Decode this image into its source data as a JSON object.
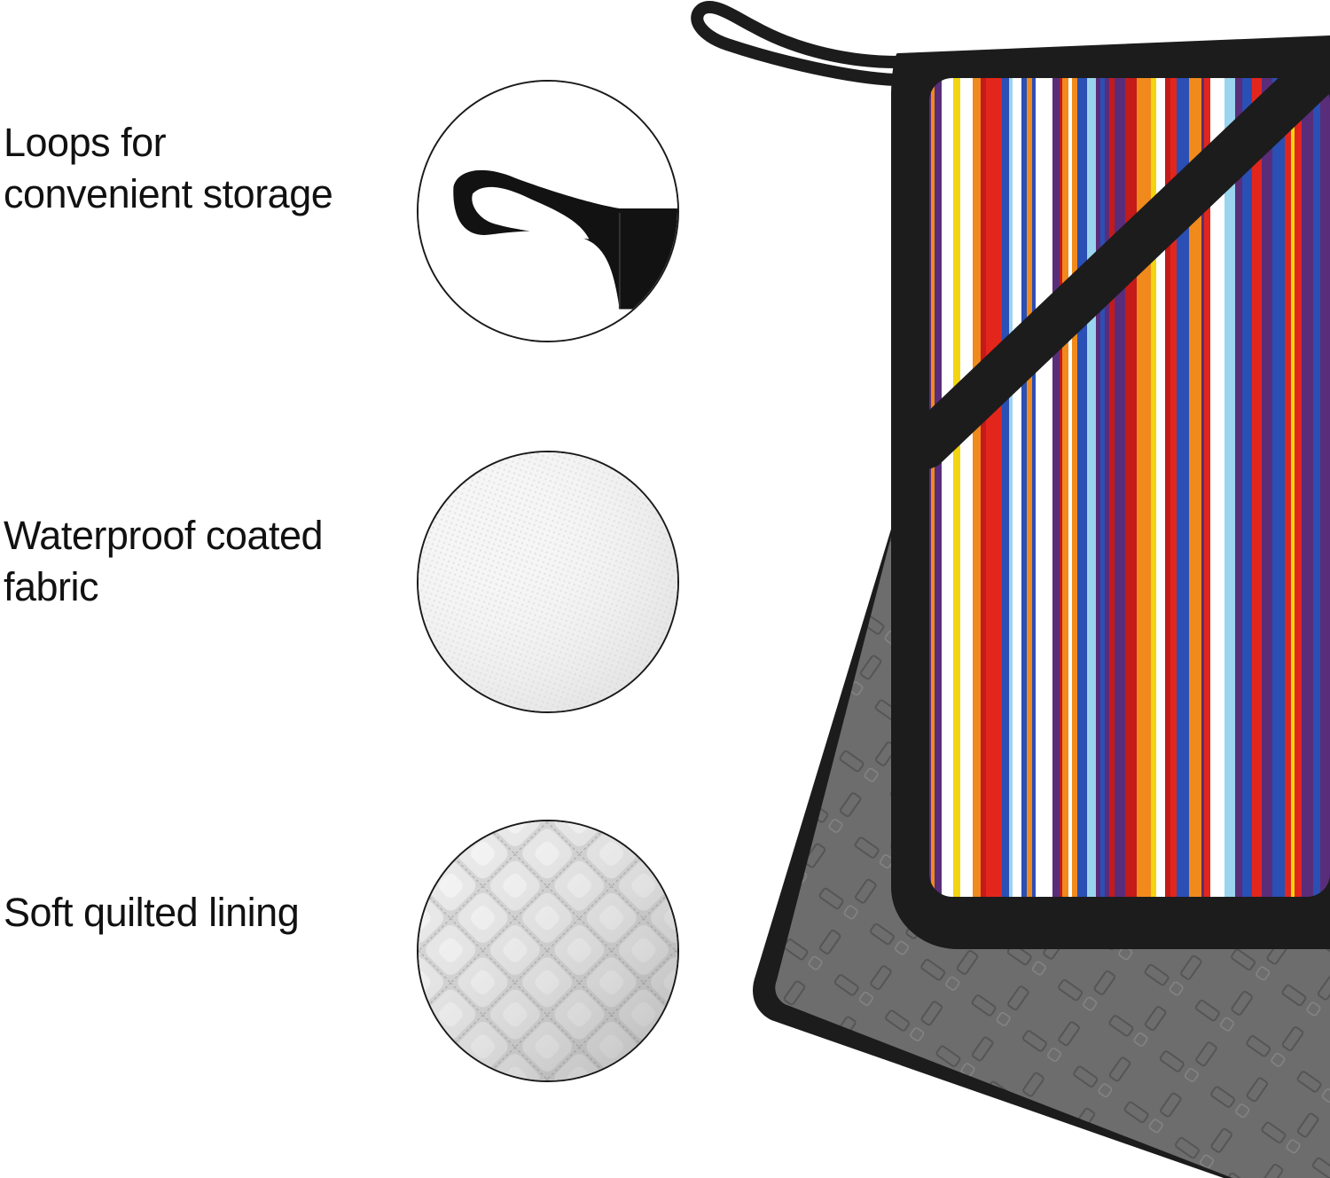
{
  "features": [
    {
      "line1": "Loops for",
      "line2": "convenient storage",
      "icon": "hanging-loop-icon"
    },
    {
      "line1": "Waterproof coated",
      "line2": "fabric",
      "icon": "coated-fabric-icon"
    },
    {
      "line1": "Soft quilted lining",
      "line2": "",
      "icon": "quilted-lining-icon"
    }
  ],
  "colors": {
    "binding": "#1c1c1c",
    "lining": "#6e6e6e",
    "fabric_white": "#f4f4f4",
    "quilt_silver": "#c9c9c9",
    "stripes": [
      "#e3261c",
      "#f3d40f",
      "#1d8a3a",
      "#ffffff",
      "#2a4fb5",
      "#9ad4ee",
      "#5a2d7a",
      "#f08a1c",
      "#c41a1a"
    ]
  }
}
